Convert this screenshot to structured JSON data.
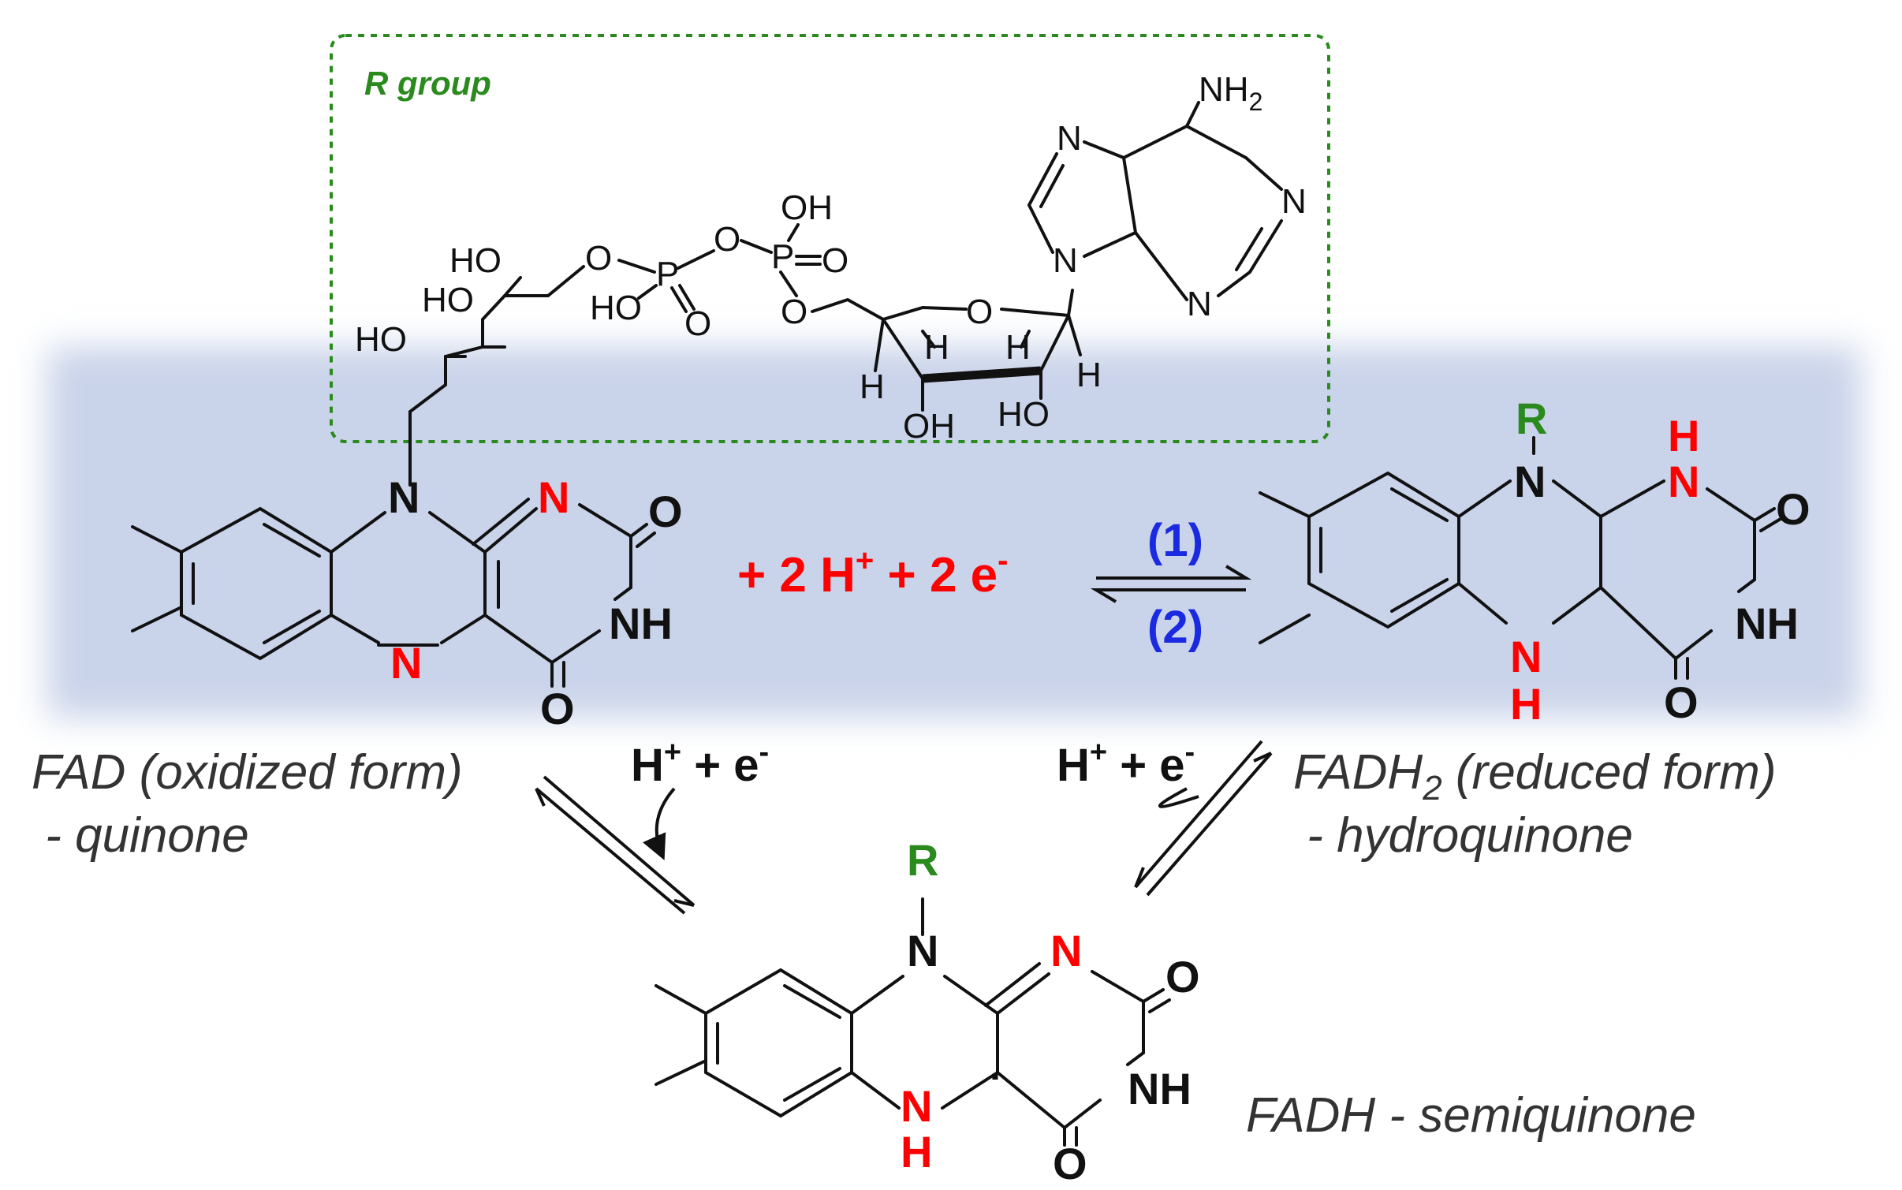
{
  "colors": {
    "band": "#c9d3e9",
    "red": "#ff0000",
    "green": "#2a8a1e",
    "blue": "#1a2ae0",
    "black": "#111111",
    "caption": "#333333"
  },
  "r_group_box": {
    "label": "R group",
    "atoms": {
      "oh1": "HO",
      "oh2": "HO",
      "oh3": "HO",
      "o_link": "O",
      "p1": "P",
      "p1_o_eq": "O",
      "p1_oh": "HO",
      "p_o_bridge": "O",
      "p2": "P",
      "p2_oh": "OH",
      "p2_o_eq": "O",
      "o_sugar_link": "O",
      "ring_o": "O",
      "h1": "H",
      "h2": "H",
      "h3": "H",
      "h4": "H",
      "oh_sugar_left": "OH",
      "oh_sugar_right": "HO",
      "n9": "N",
      "n7": "N",
      "n3": "N",
      "n1": "N",
      "nh2": "NH",
      "nh2_sub": "2"
    }
  },
  "fad": {
    "caption_line1": "FAD (oxidized form)",
    "caption_line2": " - quinone",
    "atoms": {
      "n_top": "N",
      "n_imine": "N",
      "o_top": "O",
      "nh": "NH",
      "o_bottom": "O",
      "n_bottom": "N"
    }
  },
  "fadh2": {
    "caption_main": "FADH",
    "caption_sub": "2",
    "caption_rest": " (reduced form)",
    "caption_line2": " - hydroquinone",
    "atoms": {
      "r": "R",
      "n_top": "N",
      "h_top": "H",
      "n_right_top": "N",
      "o_top": "O",
      "nh": "NH",
      "o_bottom": "O",
      "n_bottom": "N",
      "h_bottom": "H"
    }
  },
  "fadh": {
    "caption": "FADH - semiquinone",
    "atoms": {
      "r": "R",
      "n_top": "N",
      "n_imine": "N",
      "o_top": "O",
      "nh": "NH",
      "o_bottom": "O",
      "n_bottom": "N",
      "h_bottom": "H",
      "radical": "·"
    }
  },
  "reaction": {
    "reagent_main": "+ 2 H",
    "plus": "+",
    "reagent_mid": " + 2 e",
    "minus": "-",
    "step1": "(1)",
    "step2": "(2)",
    "left_reagent_h": "H",
    "left_reagent_rest": " + e",
    "right_reagent_h": "H",
    "right_reagent_rest": " + e"
  }
}
